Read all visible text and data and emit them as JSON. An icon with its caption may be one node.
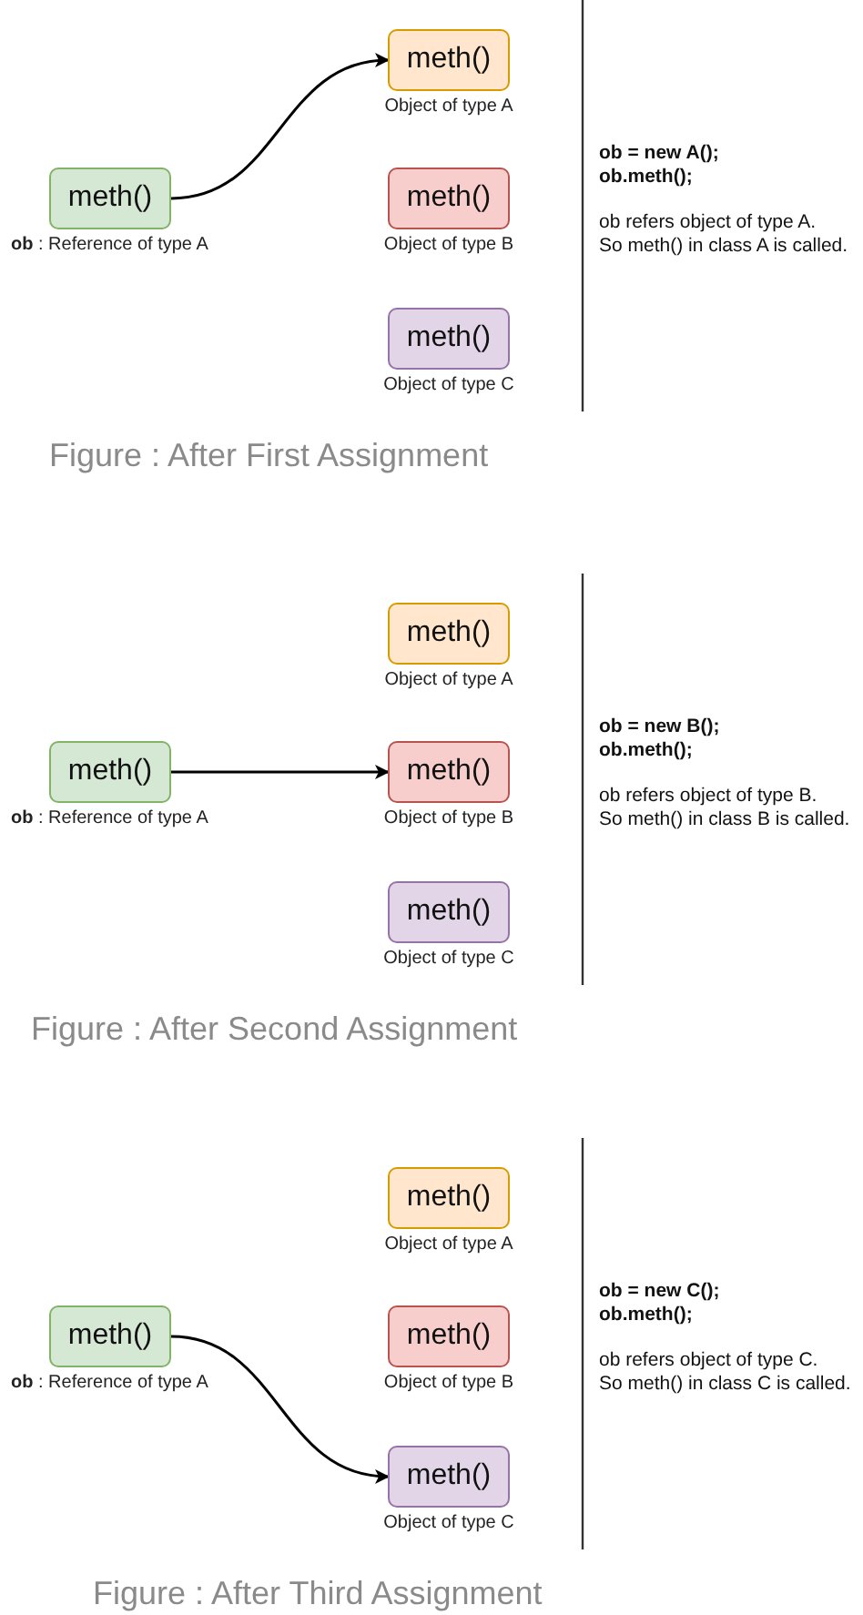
{
  "diagram": {
    "nodes": [
      {
        "text": [
          "meth()"
        ],
        "beside": [
          "**ob** : Reference of type A"
        ]
      },
      {
        "text": [
          "meth()"
        ],
        "beside": [
          "Object of type A"
        ]
      },
      {
        "text": [
          "meth()"
        ],
        "beside": [
          "Object of type B"
        ]
      },
      {
        "text": [
          "meth()"
        ],
        "beside": [
          "Object of type C"
        ]
      },
      {
        "text": [
          "meth()"
        ],
        "beside": [
          "**ob** : Reference of type A"
        ]
      },
      {
        "text": [
          "meth()"
        ],
        "beside": [
          "Object of type A"
        ]
      },
      {
        "text": [
          "meth()"
        ],
        "beside": [
          "Object of type B"
        ]
      },
      {
        "text": [
          "meth()"
        ],
        "beside": [
          "Object of type C"
        ]
      },
      {
        "text": [
          "meth()"
        ],
        "beside": [
          "**ob** : Reference of type A"
        ]
      },
      {
        "text": [
          "meth()"
        ],
        "beside": [
          "Object of type A"
        ]
      },
      {
        "text": [
          "meth()"
        ],
        "beside": [
          "Object of type B"
        ]
      },
      {
        "text": [
          "meth()"
        ],
        "beside": [
          "Object of type C"
        ]
      }
    ],
    "edges": [
      {
        "from": 0,
        "to": 1,
        "arrow": "to"
      },
      {
        "from": 4,
        "to": 6,
        "arrow": "to"
      },
      {
        "from": 8,
        "to": 11,
        "arrow": "to"
      }
    ],
    "labels": [
      "ob = new A();",
      "ob.meth();",
      "ob refers object of type A.",
      "So meth() in class A is called.",
      "Figure : After First Assignment",
      "ob = new B();",
      "ob.meth();",
      "ob refers object of type B.",
      "So meth() in class B is called.",
      "Figure : After Second Assignment",
      "ob = new C();",
      "ob.meth();",
      "ob refers object of type C.",
      "So meth() in class C is called.",
      "Figure : After Third Assignment"
    ]
  }
}
